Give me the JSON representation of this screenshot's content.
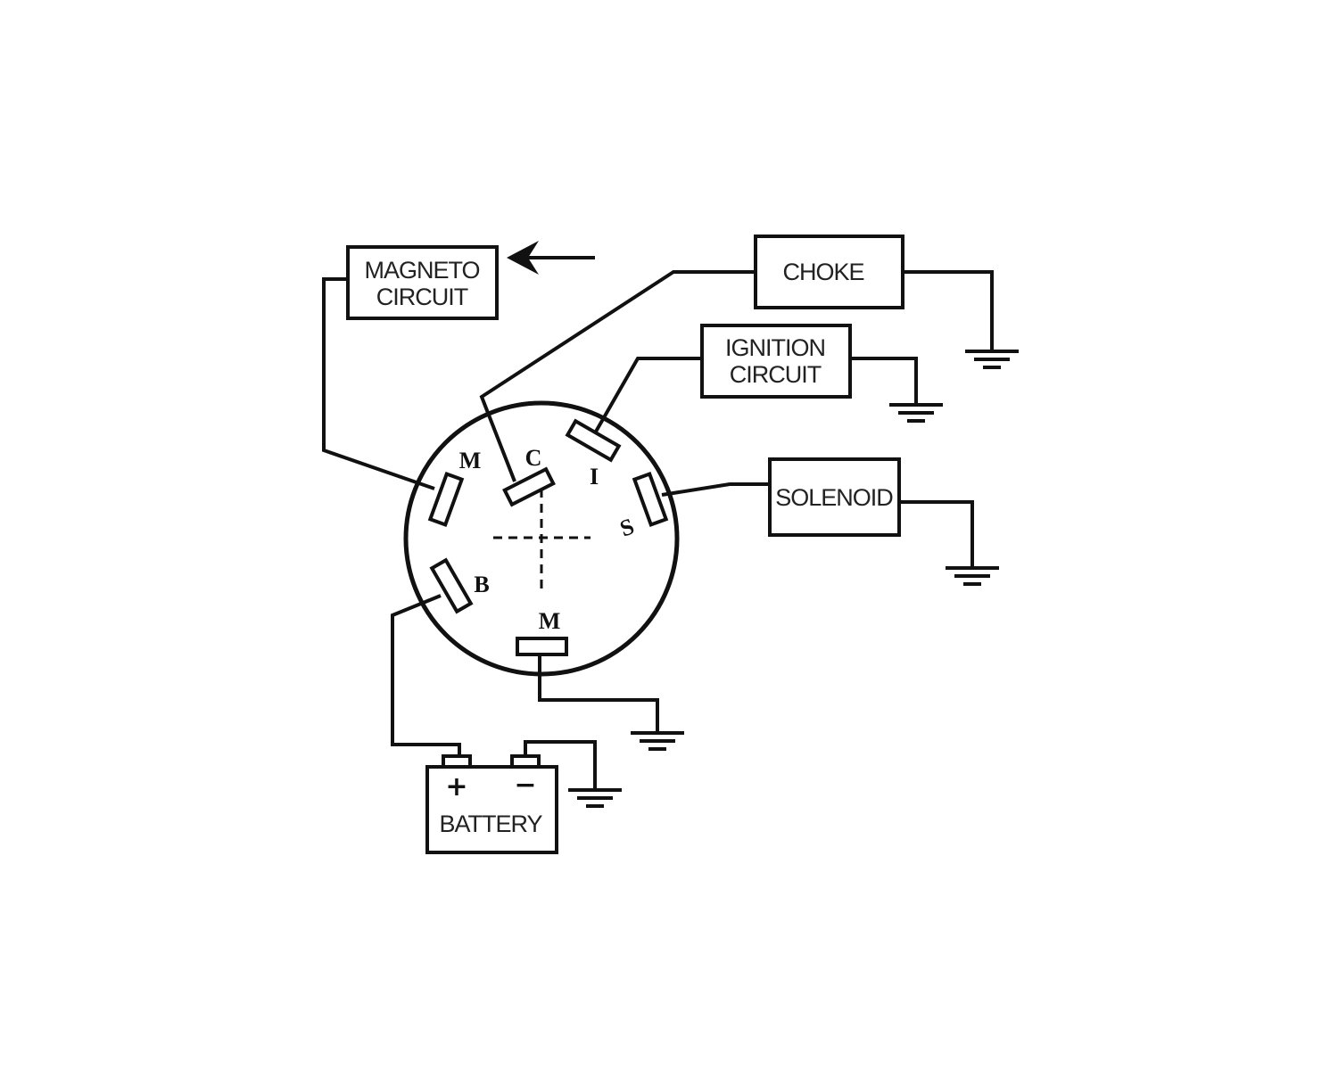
{
  "components": {
    "magneto": [
      "MAGNETO",
      "CIRCUIT"
    ],
    "choke": "CHOKE",
    "ignition": [
      "IGNITION",
      "CIRCUIT"
    ],
    "solenoid": "SOLENOID",
    "battery": "BATTERY",
    "battery_plus": "+",
    "battery_minus": "−"
  },
  "terminals": {
    "m_top": "M",
    "c": "C",
    "i": "I",
    "s": "S",
    "b": "B",
    "m_bottom": "M"
  },
  "colors": {
    "line": "#111111",
    "background": "#ffffff"
  }
}
